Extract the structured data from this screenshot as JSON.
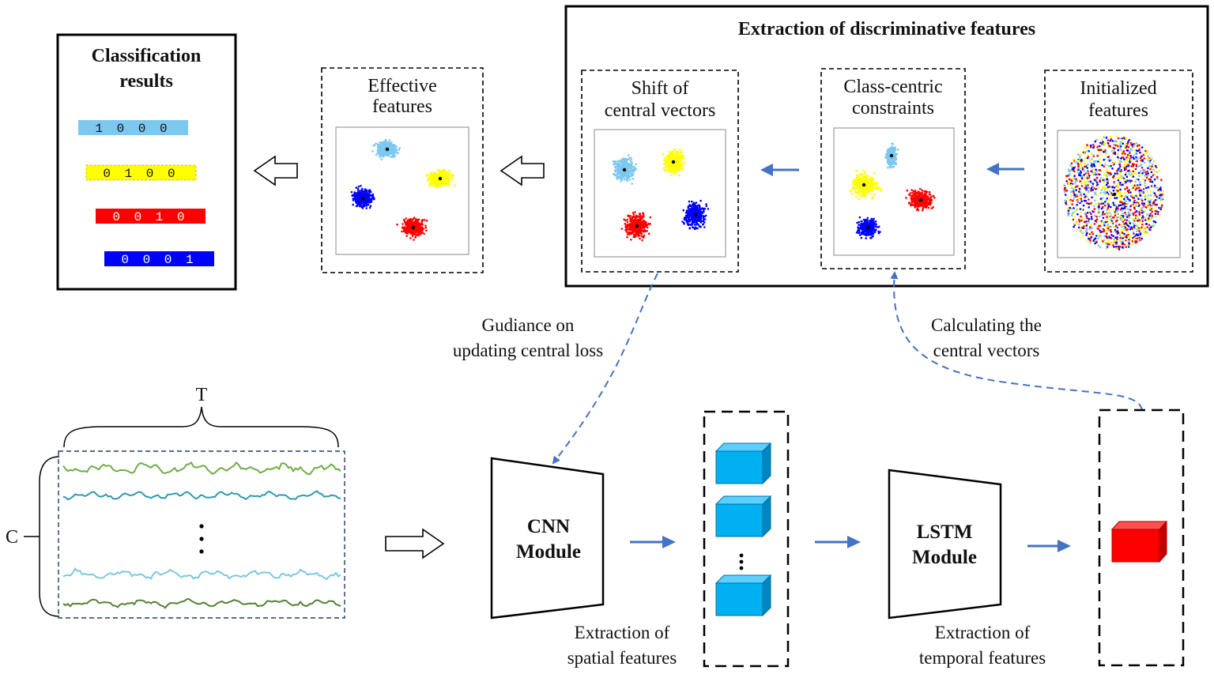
{
  "extraction_panel": {
    "title": "Extraction of discriminative features",
    "shift": [
      "Shift of",
      "central vectors"
    ],
    "constraints": [
      "Class-centric",
      "constraints"
    ],
    "initialized": [
      "Initialized",
      "features"
    ]
  },
  "effective": [
    "Effective",
    "features"
  ],
  "classification": {
    "title": [
      "Classification",
      "results"
    ],
    "codes": [
      "1 0 0 0",
      "0 1 0 0",
      "0 0 1 0",
      "0 0 0 1"
    ]
  },
  "signal": {
    "t_label": "T",
    "c_label": "C"
  },
  "cnn": [
    "CNN",
    "Module"
  ],
  "lstm": [
    "LSTM",
    "Module"
  ],
  "captions": {
    "guidance": [
      "Gudiance on",
      "updating central loss"
    ],
    "calculating": [
      "Calculating the",
      "central vectors"
    ],
    "spatial": [
      "Extraction of",
      "spatial features"
    ],
    "temporal": [
      "Extraction of",
      "temporal features"
    ]
  },
  "colors": {
    "class1": "#7cc8f0",
    "class2": "#ffff00",
    "class3": "#ff0000",
    "class4": "#0000ff",
    "arrow": "#4472c4",
    "cube": "#00b0f0",
    "red_cube": "#ff0000"
  },
  "icons": [
    "hollow-arrow-left-icon",
    "blue-arrow-left-icon",
    "hollow-arrow-right-icon",
    "blue-arrow-right-icon",
    "cube-icon",
    "vertical-ellipsis-icon"
  ]
}
